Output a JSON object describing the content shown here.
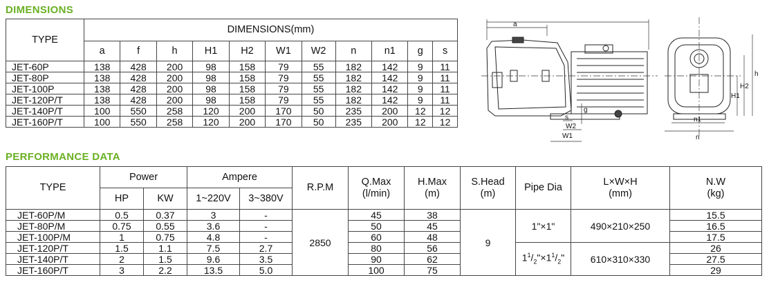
{
  "dimensions": {
    "title": "DIMENSIONS",
    "type_header": "TYPE",
    "group_header": "DIMENSIONS(mm)",
    "columns": [
      "a",
      "f",
      "h",
      "H1",
      "H2",
      "W1",
      "W2",
      "n",
      "n1",
      "g",
      "s"
    ],
    "rows": [
      [
        "JET-60P",
        "138",
        "428",
        "200",
        "98",
        "158",
        "79",
        "55",
        "182",
        "142",
        "9",
        "11"
      ],
      [
        "JET-80P",
        "138",
        "428",
        "200",
        "98",
        "158",
        "79",
        "55",
        "182",
        "142",
        "9",
        "11"
      ],
      [
        "JET-100P",
        "138",
        "428",
        "200",
        "98",
        "158",
        "79",
        "55",
        "182",
        "142",
        "9",
        "11"
      ],
      [
        "JET-120P/T",
        "138",
        "428",
        "200",
        "98",
        "158",
        "79",
        "55",
        "182",
        "142",
        "9",
        "11"
      ],
      [
        "JET-140P/T",
        "100",
        "550",
        "258",
        "120",
        "200",
        "170",
        "50",
        "235",
        "200",
        "12",
        "12"
      ],
      [
        "JET-160P/T",
        "100",
        "550",
        "258",
        "120",
        "200",
        "170",
        "50",
        "235",
        "200",
        "12",
        "12"
      ]
    ]
  },
  "drawing": {
    "labels": {
      "a": "a",
      "h": "h",
      "H1": "H1",
      "H2": "H2",
      "n1": "n1",
      "n": "n",
      "W1": "W1",
      "W2": "W2",
      "s": "s",
      "g": "g"
    }
  },
  "performance": {
    "title": "PERFORMANCE DATA",
    "headers": {
      "type": "TYPE",
      "power": "Power",
      "hp": "HP",
      "kw": "KW",
      "ampere": "Ampere",
      "amp_1": "1~220V",
      "amp_3": "3~380V",
      "rpm": "R.P.M",
      "qmax_1": "Q.Max",
      "qmax_2": "(l/min)",
      "hmax_1": "H.Max",
      "hmax_2": "(m)",
      "shead_1": "S.Head",
      "shead_2": "(m)",
      "pipe": "Pipe Dia",
      "lwh_1": "L×W×H",
      "lwh_2": "(mm)",
      "nw_1": "N.W",
      "nw_2": "(kg)"
    },
    "rows": [
      {
        "type": "JET-60P/M",
        "hp": "0.5",
        "kw": "0.37",
        "a1": "3",
        "a3": "-",
        "q": "45",
        "h": "38",
        "nw": "15.5"
      },
      {
        "type": "JET-80P/M",
        "hp": "0.75",
        "kw": "0.55",
        "a1": "3.6",
        "a3": "-",
        "q": "50",
        "h": "45",
        "nw": "16.5"
      },
      {
        "type": "JET-100P/M",
        "hp": "1",
        "kw": "0.75",
        "a1": "4.8",
        "a3": "-",
        "q": "60",
        "h": "48",
        "nw": "17.5"
      },
      {
        "type": "JET-120P/T",
        "hp": "1.5",
        "kw": "1.1",
        "a1": "7.5",
        "a3": "2.7",
        "q": "80",
        "h": "56",
        "nw": "26"
      },
      {
        "type": "JET-140P/T",
        "hp": "2",
        "kw": "1.5",
        "a1": "9.6",
        "a3": "3.5",
        "q": "90",
        "h": "62",
        "nw": "27.5"
      },
      {
        "type": "JET-160P/T",
        "hp": "3",
        "kw": "2.2",
        "a1": "13.5",
        "a3": "5.0",
        "q": "100",
        "h": "75",
        "nw": "29"
      }
    ],
    "rpm": "2850",
    "shead": "9",
    "pipe_small": "1\"×1\"",
    "pipe_large_whole": "1",
    "pipe_large_num": "1",
    "pipe_large_den": "2",
    "pipe_large_x": "\"×",
    "pipe_large_end": "\"",
    "lwh_small": "490×210×250",
    "lwh_large": "610×310×330"
  }
}
